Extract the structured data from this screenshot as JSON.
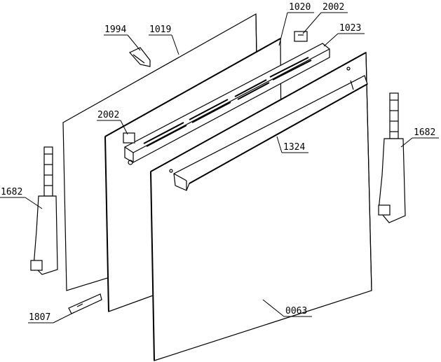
{
  "labels": {
    "p1994": "1994",
    "p1019": "1019",
    "p1020": "1020",
    "p2002_top": "2002",
    "p1023": "1023",
    "p2002_left": "2002",
    "p1324": "1324",
    "p1682_left": "1682",
    "p1682_right": "1682",
    "p1807": "1807",
    "p0063": "0063"
  }
}
